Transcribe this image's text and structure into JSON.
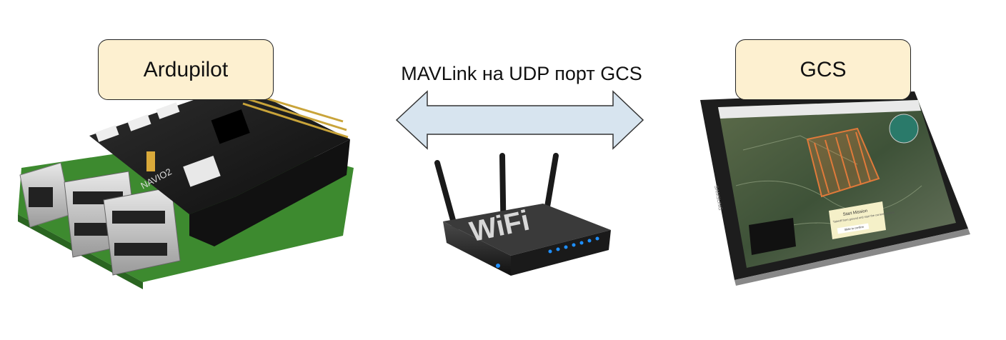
{
  "nodes": {
    "autopilot": {
      "label": "Ardupilot",
      "board_text": "NAVIO2"
    },
    "ground_station": {
      "label": "GCS",
      "tablet_brand": "SAMSUNG"
    },
    "router": {
      "text": "WiFi"
    }
  },
  "link": {
    "label": "MAVLink на UDP порт GCS",
    "direction": "bidirectional"
  },
  "popup": {
    "title": "Start Mission",
    "body": "Takeoff from ground and start the current mission",
    "button": "Slide to confirm"
  },
  "colors": {
    "label_fill": "#fdf0d0",
    "arrow_fill": "#d7e4ef",
    "board_pcb": "#1c1c1c",
    "router_body": "#2a2a2a",
    "router_led": "#1e8fff"
  }
}
